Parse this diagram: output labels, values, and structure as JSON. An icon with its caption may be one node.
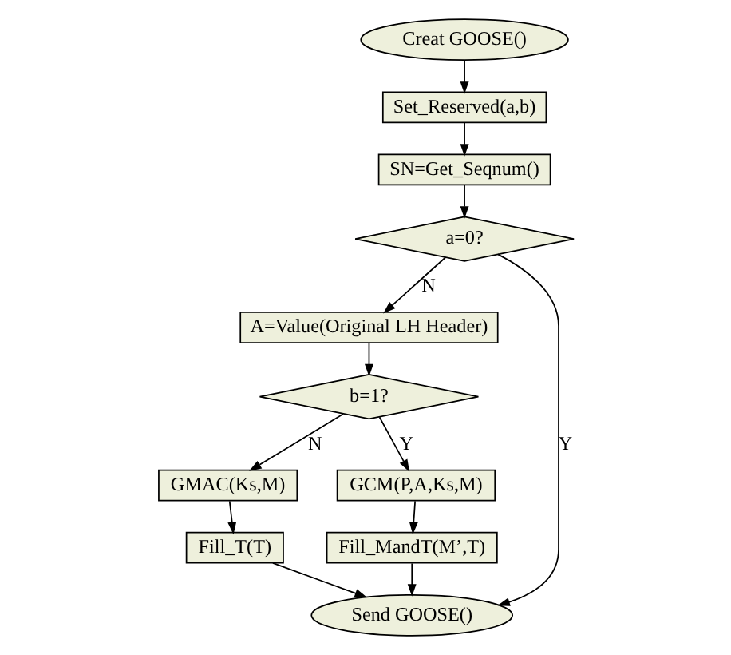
{
  "diagram": {
    "nodes": [
      {
        "text": [
          "Creat GOOSE()"
        ]
      },
      {
        "text": [
          "Set_Reserved(a,b)"
        ]
      },
      {
        "text": [
          "SN=Get_Seqnum()"
        ]
      },
      {
        "text": [
          "a=0?"
        ]
      },
      {
        "text": [
          "A=Value(Original LH Header)"
        ]
      },
      {
        "text": [
          "b=1?"
        ]
      },
      {
        "text": [
          "GMAC(Ks,M)"
        ]
      },
      {
        "text": [
          "Fill_T(T)"
        ]
      },
      {
        "text": [
          "GCM(P,A,Ks,M)"
        ]
      },
      {
        "text": [
          "Fill_MandT(M’,T)"
        ]
      },
      {
        "text": [
          "Send GOOSE()"
        ]
      }
    ],
    "edges": [
      {
        "from": 0,
        "to": 1,
        "arrow": "to"
      },
      {
        "from": 1,
        "to": 2,
        "arrow": "to"
      },
      {
        "from": 2,
        "to": 3,
        "arrow": "to"
      },
      {
        "from": 3,
        "to": 4,
        "arrow": "to",
        "label": "N"
      },
      {
        "from": 3,
        "to": 10,
        "arrow": "to",
        "label": "Y"
      },
      {
        "from": 4,
        "to": 5,
        "arrow": "to"
      },
      {
        "from": 5,
        "to": 6,
        "arrow": "to",
        "label": "N"
      },
      {
        "from": 5,
        "to": 8,
        "arrow": "to",
        "label": "Y"
      },
      {
        "from": 6,
        "to": 7,
        "arrow": "to"
      },
      {
        "from": 7,
        "to": 10,
        "arrow": "to"
      },
      {
        "from": 8,
        "to": 9,
        "arrow": "to"
      },
      {
        "from": 9,
        "to": 10,
        "arrow": "to"
      }
    ]
  }
}
